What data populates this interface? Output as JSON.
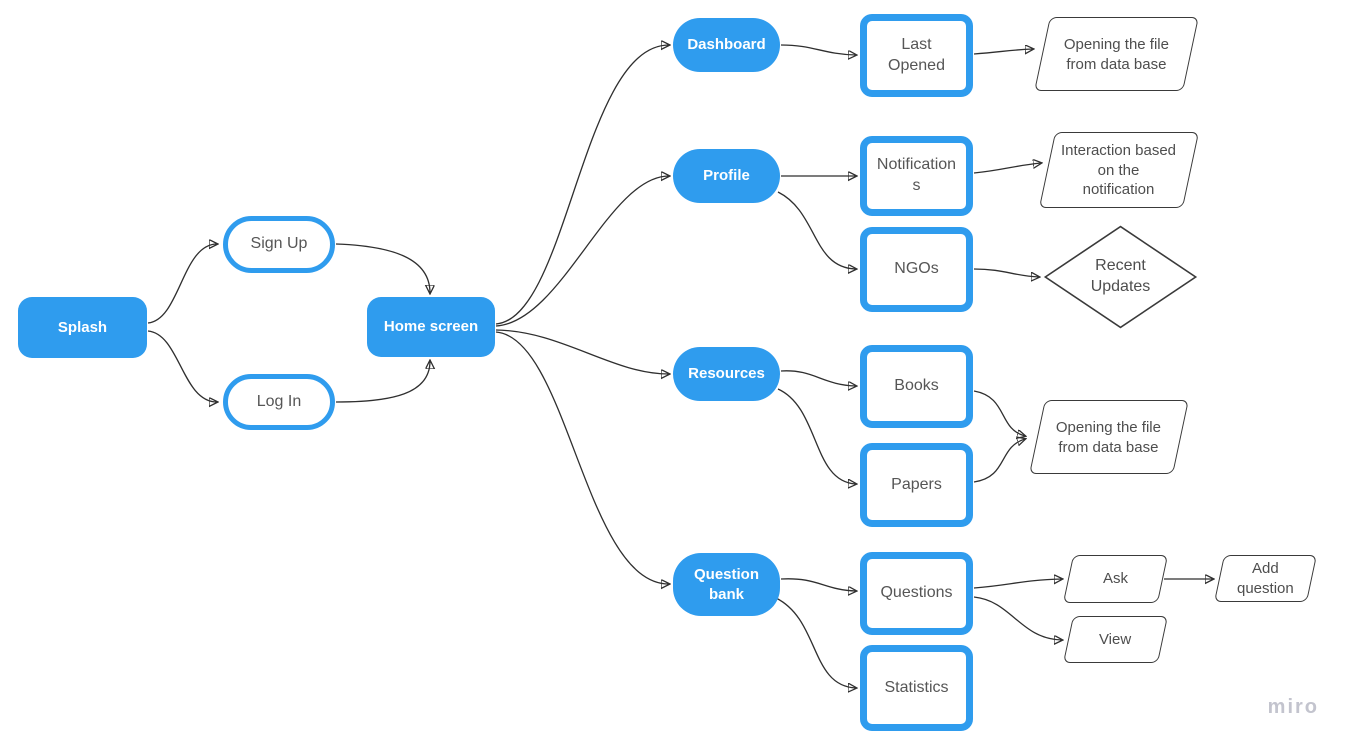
{
  "watermark": "miro",
  "colors": {
    "accent_blue": "#2f9cee",
    "connector": "#2f2f2f",
    "shape_stroke": "#3a3a3a",
    "node_text_gray": "#565656",
    "watermark_gray": "#c3c4ce"
  },
  "nodes": {
    "splash": {
      "label": "Splash",
      "shape": "rounded-rect-filled"
    },
    "sign_up": {
      "label": "Sign Up",
      "shape": "pill-outline"
    },
    "log_in": {
      "label": "Log In",
      "shape": "pill-outline"
    },
    "home_screen": {
      "label": "Home screen",
      "shape": "rounded-rect-filled"
    },
    "dashboard": {
      "label": "Dashboard",
      "shape": "pill-filled"
    },
    "profile": {
      "label": "Profile",
      "shape": "pill-filled"
    },
    "resources": {
      "label": "Resources",
      "shape": "pill-filled"
    },
    "question_bank": {
      "label": "Question\nbank",
      "shape": "pill-filled"
    },
    "last_opened": {
      "label": "Last\nOpened",
      "shape": "rect-outline"
    },
    "notifications": {
      "label": "Notifications",
      "shape": "rect-outline"
    },
    "ngos": {
      "label": "NGOs",
      "shape": "rect-outline"
    },
    "books": {
      "label": "Books",
      "shape": "rect-outline"
    },
    "papers": {
      "label": "Papers",
      "shape": "rect-outline"
    },
    "questions": {
      "label": "Questions",
      "shape": "rect-outline"
    },
    "statistics": {
      "label": "Statistics",
      "shape": "rect-outline"
    },
    "open_file_db_1": {
      "label": "Opening the file\nfrom data base",
      "shape": "parallelogram"
    },
    "interaction_notification": {
      "label": "Interaction based\non the\nnotification",
      "shape": "parallelogram"
    },
    "recent_updates": {
      "label": "Recent\nUpdates",
      "shape": "diamond"
    },
    "open_file_db_2": {
      "label": "Opening the file\nfrom data base",
      "shape": "parallelogram"
    },
    "ask": {
      "label": "Ask",
      "shape": "parallelogram"
    },
    "view": {
      "label": "View",
      "shape": "parallelogram"
    },
    "add_question": {
      "label": "Add\nquestion",
      "shape": "parallelogram"
    }
  },
  "edges": [
    {
      "from": "splash",
      "to": "sign_up"
    },
    {
      "from": "splash",
      "to": "log_in"
    },
    {
      "from": "sign_up",
      "to": "home_screen"
    },
    {
      "from": "log_in",
      "to": "home_screen"
    },
    {
      "from": "home_screen",
      "to": "dashboard"
    },
    {
      "from": "home_screen",
      "to": "profile"
    },
    {
      "from": "home_screen",
      "to": "resources"
    },
    {
      "from": "home_screen",
      "to": "question_bank"
    },
    {
      "from": "dashboard",
      "to": "last_opened"
    },
    {
      "from": "last_opened",
      "to": "open_file_db_1"
    },
    {
      "from": "profile",
      "to": "notifications"
    },
    {
      "from": "profile",
      "to": "ngos"
    },
    {
      "from": "notifications",
      "to": "interaction_notification"
    },
    {
      "from": "ngos",
      "to": "recent_updates"
    },
    {
      "from": "resources",
      "to": "books"
    },
    {
      "from": "resources",
      "to": "papers"
    },
    {
      "from": "books",
      "to": "open_file_db_2"
    },
    {
      "from": "papers",
      "to": "open_file_db_2"
    },
    {
      "from": "question_bank",
      "to": "questions"
    },
    {
      "from": "question_bank",
      "to": "statistics"
    },
    {
      "from": "questions",
      "to": "ask"
    },
    {
      "from": "questions",
      "to": "view"
    },
    {
      "from": "ask",
      "to": "add_question"
    }
  ]
}
